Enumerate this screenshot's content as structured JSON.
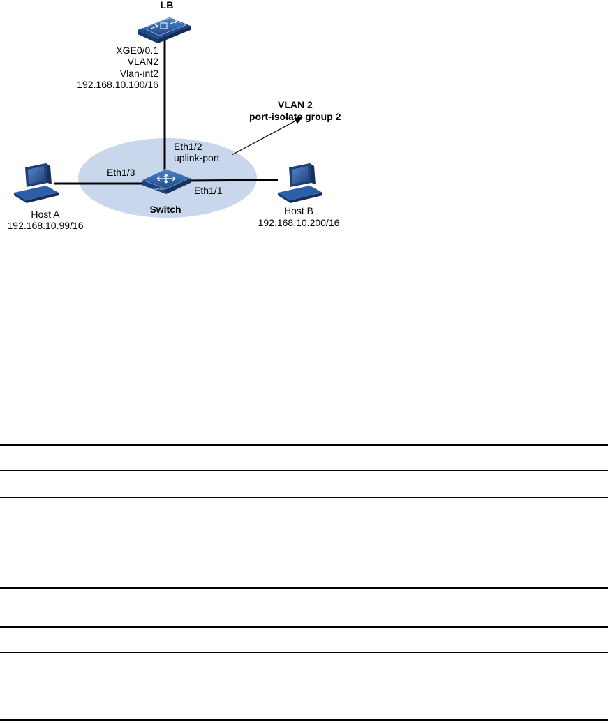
{
  "diagram": {
    "nodes": {
      "lb": {
        "label": "LB"
      },
      "switch": {
        "label": "Switch",
        "device_text": "SWITCH"
      },
      "host_a": {
        "label": "Host A",
        "ip": "192.168.10.99/16"
      },
      "host_b": {
        "label": "Host B",
        "ip": "192.168.10.200/16"
      }
    },
    "lb_interface": {
      "port": "XGE0/0.1",
      "vlan": "VLAN2",
      "vlan_int": "Vlan-int2",
      "ip": "192.168.10.100/16"
    },
    "ports": {
      "eth12": "Eth1/2",
      "eth12_role": "uplink-port",
      "eth13": "Eth1/3",
      "eth11": "Eth1/1"
    },
    "callout": {
      "line1": "VLAN 2",
      "line2": "port-isolate group 2"
    },
    "colors": {
      "isolation_zone": "#c8d7ec",
      "device_blue": "#2d5fa8",
      "line": "#000000"
    },
    "icons": [
      "load-balancer-icon",
      "switch-icon",
      "host-computer-icon",
      "arrow-icon"
    ]
  }
}
